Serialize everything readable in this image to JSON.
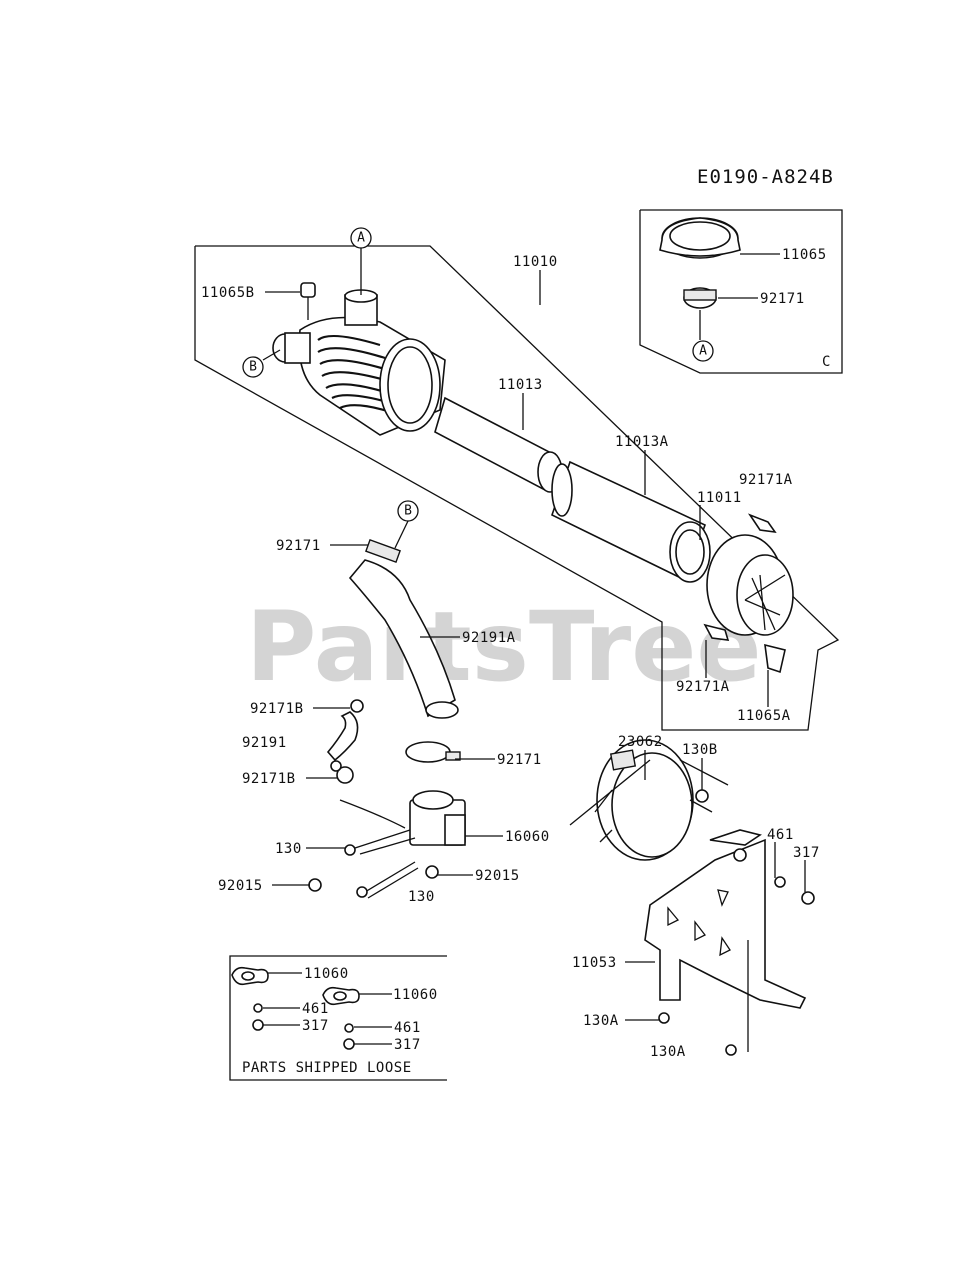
{
  "diagram_code": "E0190-A824B",
  "watermark": "PartsTree",
  "inset_letter": "C",
  "loose_parts_caption": "PARTS SHIPPED LOOSE",
  "callouts": {
    "a": "A",
    "b": "B"
  },
  "part_labels": {
    "p11010": "11010",
    "p11065": "11065",
    "p92171_inset": "92171",
    "p11065b": "11065B",
    "p11013": "11013",
    "p11013a": "11013A",
    "p92171a_top": "92171A",
    "p11011": "11011",
    "p92171_b": "92171",
    "p92191a": "92191A",
    "p92171a_bot": "92171A",
    "p11065a": "11065A",
    "p92171b_top": "92171B",
    "p92191": "92191",
    "p92171_clamp": "92171",
    "p92171b_bot": "92171B",
    "p23062": "23062",
    "p130b": "130B",
    "p16060": "16060",
    "p130_left": "130",
    "p461_right": "461",
    "p317_right": "317",
    "p92015_left": "92015",
    "p92015_right": "92015",
    "p130_bottom": "130",
    "p11053": "11053",
    "p130a_nut": "130A",
    "p130a_bolt": "130A",
    "p11060_a": "11060",
    "p11060_b": "11060",
    "p461_a": "461",
    "p317_a": "317",
    "p461_b": "461",
    "p317_b": "317"
  }
}
